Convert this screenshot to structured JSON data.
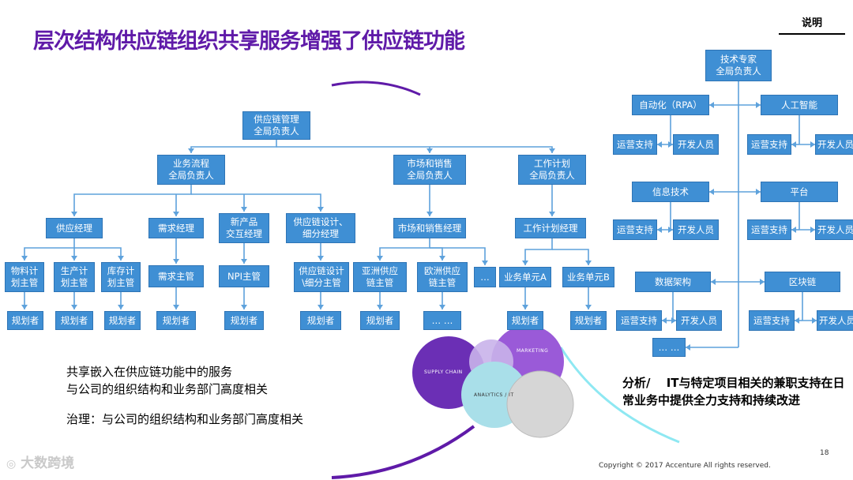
{
  "title": "层次结构供应链组织共享服务增强了供应链功能",
  "legend_label": "说明",
  "left_tree": {
    "root": "供应链管理\n全局负责人",
    "level1": [
      "业务流程\n全局负责人",
      "市场和销售\n全局负责人",
      "工作计划\n全局负责人"
    ],
    "level2": [
      "供应经理",
      "需求经理",
      "新产品\n交互经理",
      "供应链设计、\n细分经理",
      "市场和销售经理",
      "工作计划经理"
    ],
    "level3": [
      "物料计\n划主管",
      "生产计\n划主管",
      "库存计\n划主管",
      "需求主管",
      "NPI主管",
      "供应链设计\n\\细分主管",
      "亚洲供应\n链主管",
      "欧洲供应\n链主管",
      "…",
      "业务单元A",
      "业务单元B"
    ],
    "level4": [
      "规划者",
      "规划者",
      "规划者",
      "规划者",
      "规划者",
      "规划者",
      "规划者",
      "… …",
      "规划者",
      "规划者"
    ]
  },
  "right_tree": {
    "root": "技术专家\n全局负责人",
    "groups": [
      "自动化（RPA）",
      "人工智能",
      "信息技术",
      "平台",
      "数据架构",
      "区块链"
    ],
    "support": "运营支持",
    "developer": "开发人员",
    "ellipsis": "… …"
  },
  "notes": {
    "line1": "共享嵌入在供应链功能中的服务",
    "line2": "与公司的组织结构和业务部门高度相关",
    "line3": "治理：与公司的组织结构和业务部门高度相关",
    "analysis": "分析/　 IT与特定项目相关的兼职支持在日常业务中提供全力支持和持续改进"
  },
  "deco": {
    "supply_chain": "SUPPLY CHAIN",
    "analytics": "ANALYTICS / IT",
    "marketing": "MARKETING",
    "watermark": "大数跨境"
  },
  "page_number": "18",
  "copyright": "Copyright © 2017 Accenture  All rights reserved.",
  "colors": {
    "node": "#3f8fd4",
    "line": "#5ea2dc",
    "title": "#5f1aa8"
  }
}
